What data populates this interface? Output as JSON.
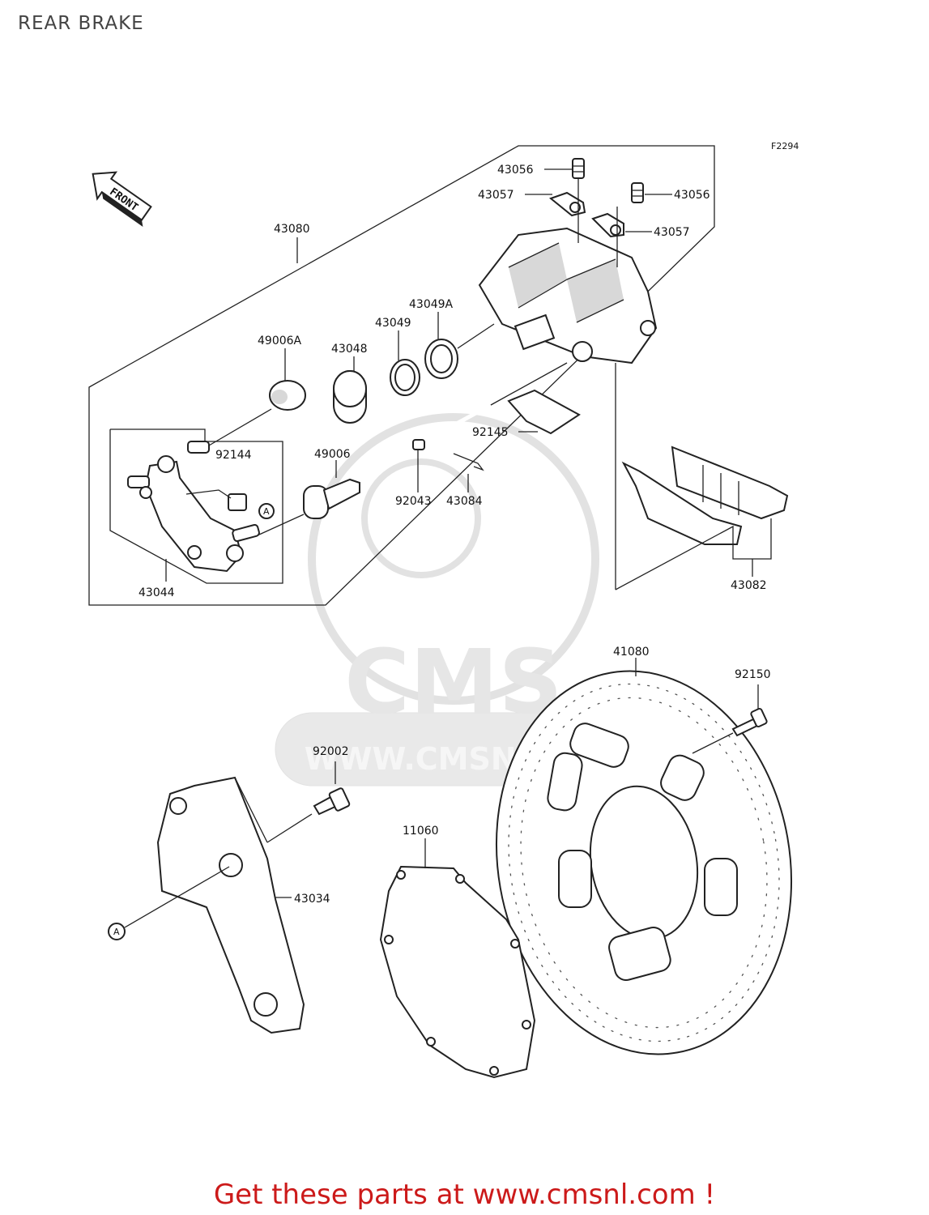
{
  "page": {
    "title": "REAR BRAKE",
    "figure_code": "F2294",
    "front_label": "FRONT",
    "watermark": {
      "logo": "CMS",
      "url": "WWW.CMSNL.COM"
    },
    "footer": "Get these parts at www.cmsnl.com !"
  },
  "callouts": [
    {
      "id": "c-43056a",
      "text": "43056"
    },
    {
      "id": "c-43057a",
      "text": "43057"
    },
    {
      "id": "c-43056b",
      "text": "43056"
    },
    {
      "id": "c-43057b",
      "text": "43057"
    },
    {
      "id": "c-43080",
      "text": "43080"
    },
    {
      "id": "c-43049a",
      "text": "43049A"
    },
    {
      "id": "c-43049",
      "text": "43049"
    },
    {
      "id": "c-43048",
      "text": "43048"
    },
    {
      "id": "c-49006a",
      "text": "49006A"
    },
    {
      "id": "c-92144",
      "text": "92144"
    },
    {
      "id": "c-49006",
      "text": "49006"
    },
    {
      "id": "c-92145",
      "text": "92145"
    },
    {
      "id": "c-92043",
      "text": "92043"
    },
    {
      "id": "c-43084",
      "text": "43084"
    },
    {
      "id": "c-43044",
      "text": "43044"
    },
    {
      "id": "c-43082",
      "text": "43082"
    },
    {
      "id": "c-41080",
      "text": "41080"
    },
    {
      "id": "c-92150",
      "text": "92150"
    },
    {
      "id": "c-92002",
      "text": "92002"
    },
    {
      "id": "c-11060",
      "text": "11060"
    },
    {
      "id": "c-43034",
      "text": "43034"
    }
  ],
  "reference_marks": [
    "A",
    "A"
  ]
}
